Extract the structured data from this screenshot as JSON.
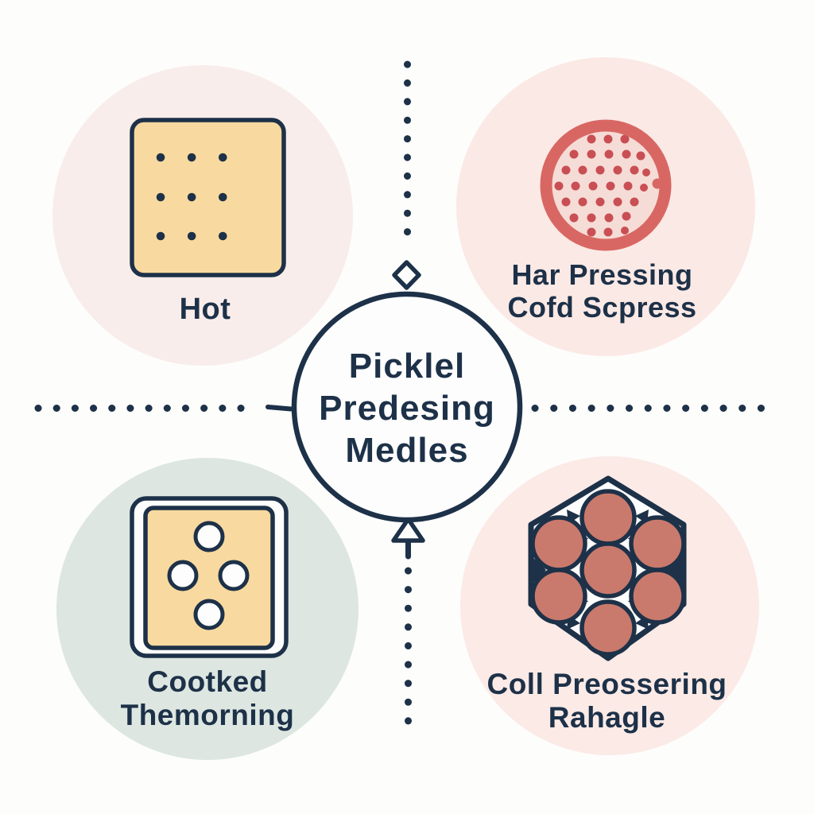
{
  "title": {
    "text": "Picklel\nPredesing\nMedles"
  },
  "quadrants": {
    "top_left": {
      "label": "Hot",
      "icon": "perforated-square-icon"
    },
    "top_right": {
      "label": "Har Pressing\nCofd Scpress",
      "icon": "dotted-ring-icon"
    },
    "bottom_left": {
      "label": "Cootked\nThemorning",
      "icon": "button-panel-icon"
    },
    "bottom_right": {
      "label": "Coll Preossering\nRahagle",
      "icon": "hex-bundle-icon"
    }
  },
  "colors": {
    "navy": "#1d3148",
    "background": "#fdfdfc",
    "quadrant_top_left": "#f8edea",
    "quadrant_top_right": "#fbe9e5",
    "quadrant_bottom_left": "#dde6e1",
    "quadrant_bottom_right": "#fbeae6",
    "yellow": "#f8d99f",
    "ring_red": "#d86763",
    "ring_inner": "#f6dcd6",
    "red_dot": "#c94f55",
    "salmon": "#c97a6d",
    "white": "#fdfdfd"
  }
}
